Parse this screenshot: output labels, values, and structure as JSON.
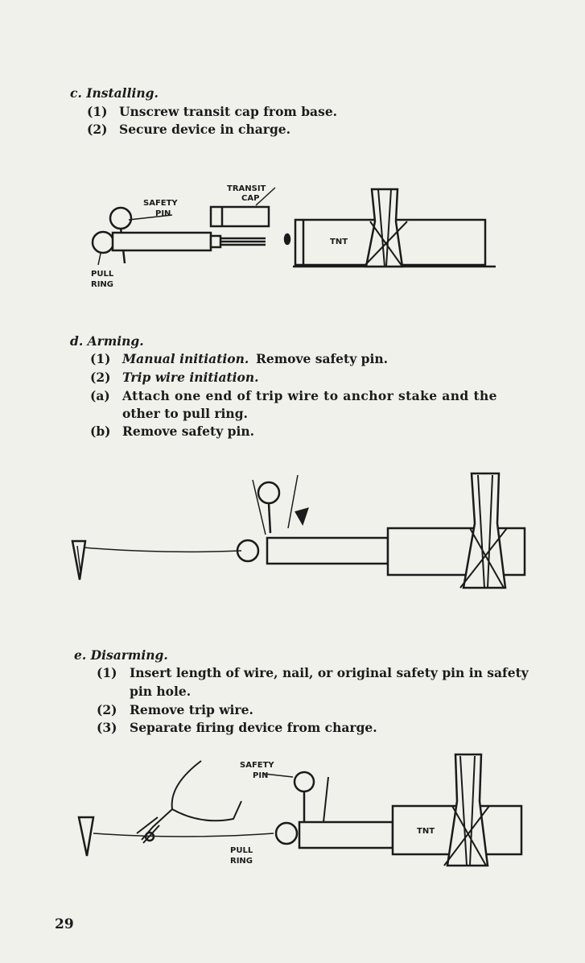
{
  "sections": {
    "installing": {
      "heading": "c. Installing.",
      "steps": [
        {
          "num": "(1)",
          "text": "Unscrew transit cap from base."
        },
        {
          "num": "(2)",
          "text": "Secure device in charge."
        }
      ]
    },
    "arming": {
      "heading": "d. Arming.",
      "steps": [
        {
          "num": "(1)",
          "lead": "Manual initiation.",
          "text": "Remove safety pin."
        },
        {
          "num": "(2)",
          "lead": "Trip wire initiation.",
          "text": ""
        },
        {
          "num": "(a)",
          "text": "Attach one end of trip wire to anchor stake and the",
          "cont": "other to pull ring."
        },
        {
          "num": "(b)",
          "text": "Remove safety pin."
        }
      ]
    },
    "disarming": {
      "heading": "e. Disarming.",
      "steps": [
        {
          "num": "(1)",
          "text": "Insert length of wire, nail, or original safety pin in safety",
          "cont": "pin hole."
        },
        {
          "num": "(2)",
          "text": "Remove trip wire."
        },
        {
          "num": "(3)",
          "text": "Separate firing device from charge."
        }
      ]
    }
  },
  "figure1": {
    "transit_cap": "TRANSIT",
    "transit_cap2": "CAP",
    "safety_pin": "SAFETY",
    "safety_pin2": "PIN",
    "pull_ring": "PULL",
    "pull_ring2": "RING",
    "tnt": "TNT"
  },
  "figure3": {
    "safety_pin": "SAFETY",
    "safety_pin2": "PIN",
    "pull_ring": "PULL",
    "pull_ring2": "RING",
    "tnt": "TNT"
  },
  "page_number": "29"
}
